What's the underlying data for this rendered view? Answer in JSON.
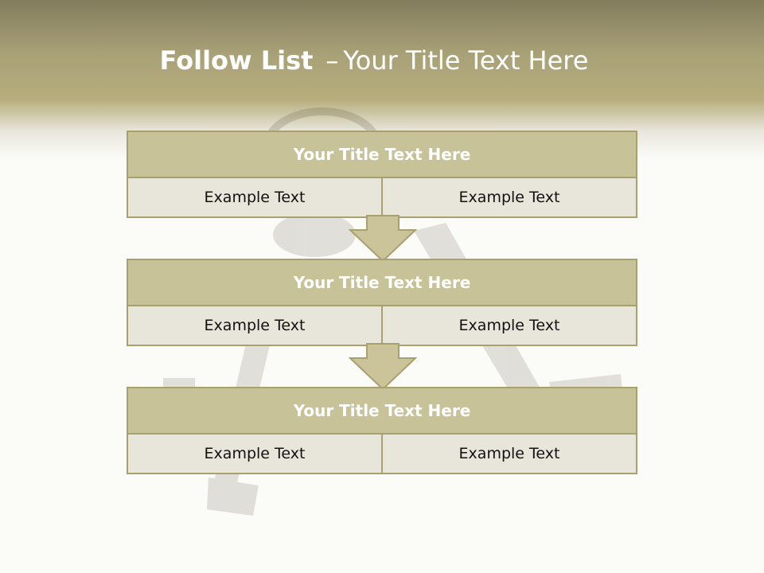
{
  "title": {
    "bold": "Follow List",
    "dash": "–",
    "rest": "Your Title Text Here"
  },
  "blocks": [
    {
      "title": "Your Title Text Here",
      "left": "Example Text",
      "right": "Example Text"
    },
    {
      "title": "Your Title Text Here",
      "left": "Example Text",
      "right": "Example Text"
    },
    {
      "title": "Your Title Text Here",
      "left": "Example Text",
      "right": "Example Text"
    }
  ],
  "colors": {
    "header": "#b7ad7c",
    "block_title_bg": "#c8c299",
    "block_cell_bg": "#e8e5da",
    "border": "#a9a06f",
    "arrow_fill": "#cbc49b"
  },
  "background_image": "faded-keys-photo"
}
